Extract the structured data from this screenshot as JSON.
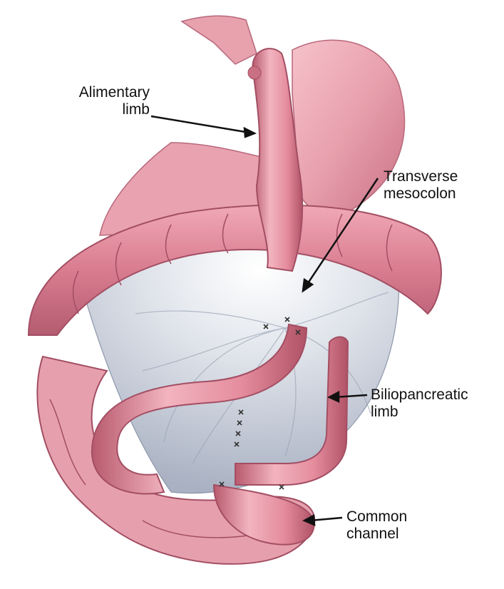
{
  "labels": {
    "alimentary": {
      "line1": "Alimentary",
      "line2": "limb"
    },
    "transverse": {
      "line1": "Transverse",
      "line2": "mesocolon"
    },
    "biliopancreatic": {
      "line1": "Biliopancreatic",
      "line2": "limb"
    },
    "common": {
      "line1": "Common",
      "line2": "channel"
    }
  }
}
